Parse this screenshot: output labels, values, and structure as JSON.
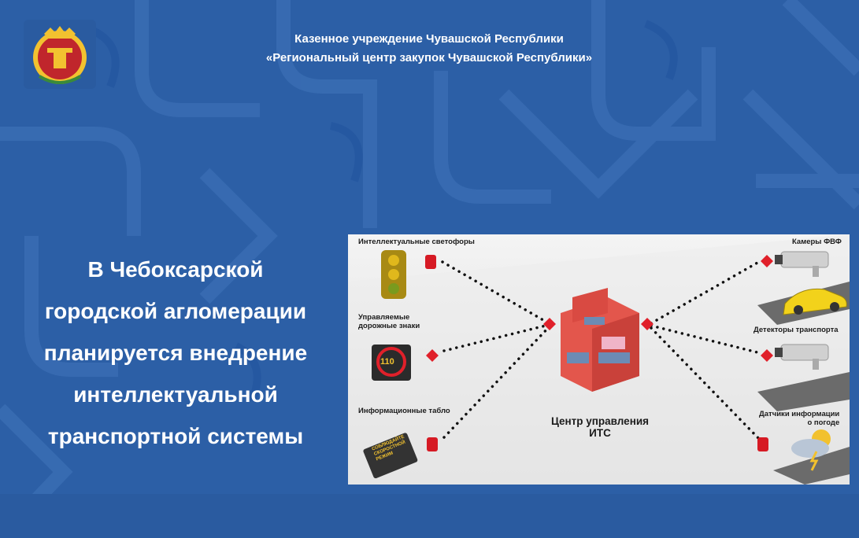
{
  "header": {
    "line1": "Казенное учреждение Чувашской Республики",
    "line2": "«Региональный центр закупок Чувашской Республики»"
  },
  "slide": {
    "title_lines": [
      "В Чебоксарской",
      "городской агломерации",
      "планируется внедрение",
      "интеллектуальной",
      "транспортной системы"
    ]
  },
  "diagram": {
    "left_items": [
      "Интеллектуальные светофоры",
      "Управляемые\nдорожные знаки",
      "Информационные табло"
    ],
    "right_items": [
      "Камеры ФВФ",
      "Детекторы транспорта",
      "Датчики информации\nо погоде"
    ],
    "center_label": "Центр управления\nИТС",
    "sign_value": "110",
    "board_text": "СОБЛЮДАЙТЕ\nСКОРОСТНОЙ\nРЕЖИМ"
  },
  "colors": {
    "background": "#2c5fa6",
    "diamond": "#e0202a",
    "building": "#e3564c"
  }
}
